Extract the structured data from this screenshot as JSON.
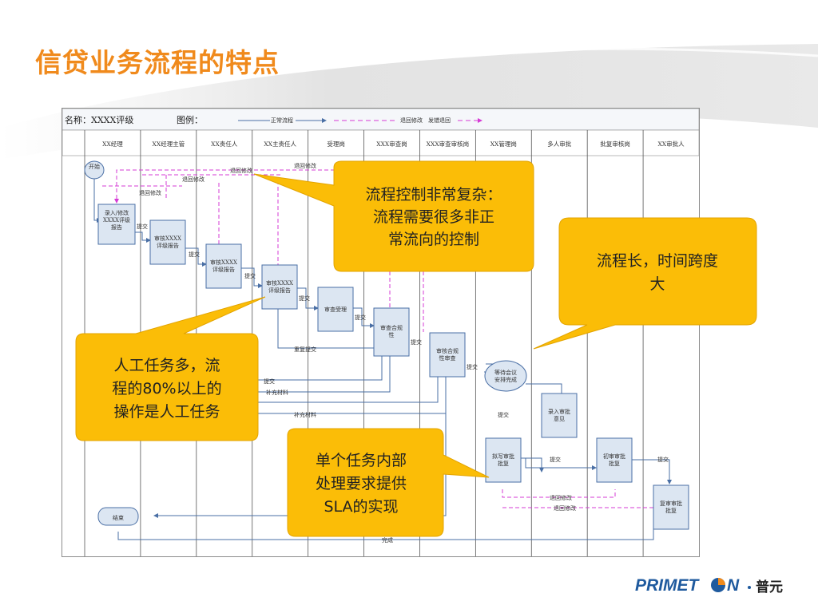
{
  "slide": {
    "title": "信贷业务流程的特点"
  },
  "diagram": {
    "name_label": "名称：XXXX评级",
    "legend_label": "图例：",
    "legend": {
      "normal": "正常流程",
      "return": "退回修改",
      "error_return": "发错退回"
    },
    "lanes": [
      "XX经理",
      "XX经理主管",
      "XX责任人",
      "XX主责任人",
      "受理岗",
      "XXX审查岗",
      "XXX审查审核岗",
      "XX管理岗",
      "多人审批",
      "批复审核岗",
      "XX审批人"
    ],
    "nodes": {
      "start": "开始",
      "end": "结束",
      "n1_line1": "录入/修改",
      "n1_line2": "XXXX评级",
      "n1_line3": "报告",
      "n2_line1": "审核XXXX",
      "n2_line2": "评级报告",
      "n3_line1": "审核XXXX",
      "n3_line2": "评级报告",
      "n4_line1": "审核XXXX",
      "n4_line2": "评级报告",
      "n5": "审查受理",
      "n6_line1": "审查合规",
      "n6_line2": "性",
      "n7_line1": "审核合规",
      "n7_line2": "性审查",
      "n8_line1": "等待会议",
      "n8_line2": "安排完成",
      "n9_line1": "录入审批",
      "n9_line2": "意见",
      "n10_line1": "拟写审批",
      "n10_line2": "批复",
      "n11_line1": "初审审批",
      "n11_line2": "批复",
      "n12_line1": "复审审批",
      "n12_line2": "批复"
    },
    "edge_labels": {
      "submit": "提交",
      "return_modify": "退回修改",
      "resubmit": "重复提交",
      "supplement": "补充材料",
      "complete": "完成"
    }
  },
  "callouts": {
    "c1": [
      "流程控制非常复杂：",
      "流程需要很多非正",
      "常流向的控制"
    ],
    "c2": [
      "流程长，时间跨度",
      "大"
    ],
    "c3": [
      "人工任务多，流",
      "程的80%以上的",
      "操作是人工任务"
    ],
    "c4": [
      "单个任务内部",
      "处理要求提供",
      "SLA的实现"
    ]
  },
  "logo": {
    "brand": "PRIMET",
    "brand_tail": "N",
    "cn": "普元"
  },
  "colors": {
    "title": "#f08a1c",
    "callout_fill": "#fbbd07",
    "callout_stroke": "#e3a400",
    "normal_flow": "#4a6fa5",
    "return_flow": "#d63bd6",
    "logo_blue": "#1f5a9e",
    "logo_orange": "#f08a1c"
  }
}
